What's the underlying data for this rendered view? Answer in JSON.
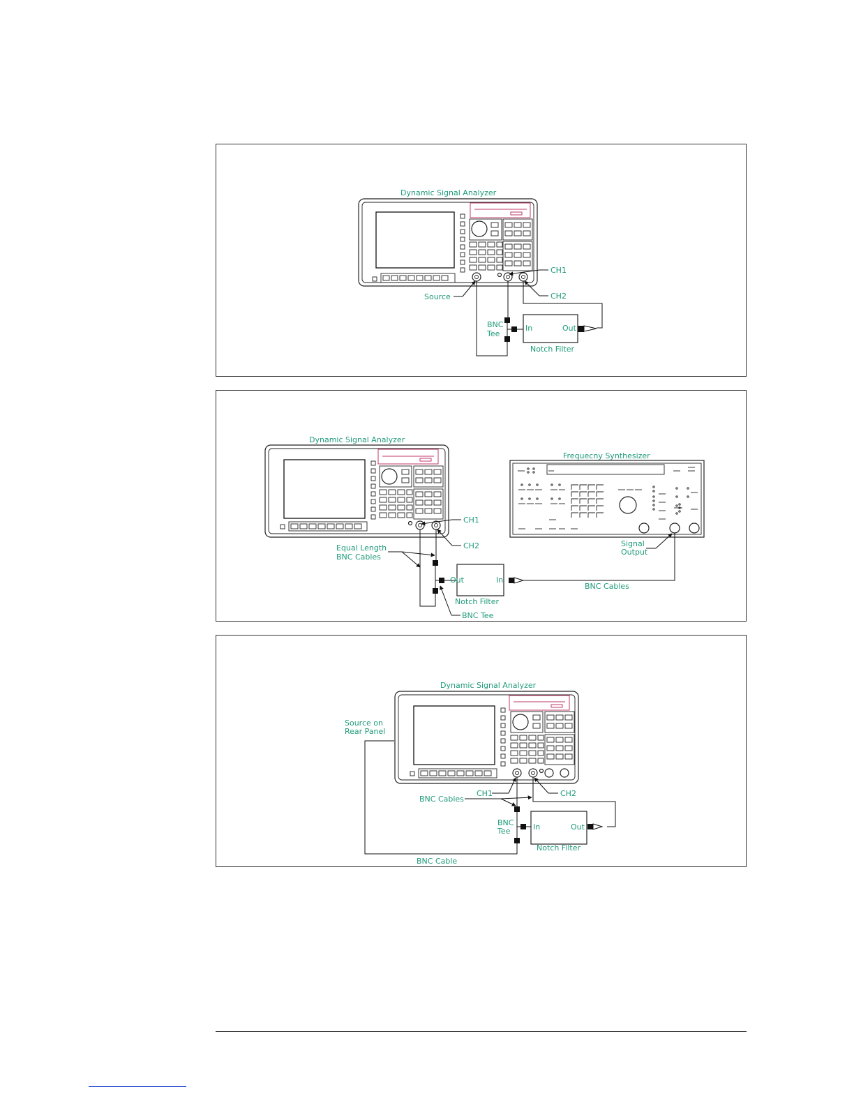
{
  "panels": [
    {
      "analyzer_title": "Dynamic Signal Analyzer",
      "ch1": "CH1",
      "ch2": "CH2",
      "source": "Source",
      "bnc_tee_line1": "BNC",
      "bnc_tee_line2": "Tee",
      "filter_in": "In",
      "filter_out": "Out",
      "notch_filter": "Notch Filter"
    },
    {
      "analyzer_title": "Dynamic Signal Analyzer",
      "synth_title": "Frequecny Synthesizer",
      "ch1": "CH1",
      "ch2": "CH2",
      "equal_length_line1": "Equal Length",
      "equal_length_line2": "BNC Cables",
      "filter_out": "Out",
      "filter_in": "In",
      "notch_filter": "Notch Filter",
      "bnc_tee": "BNC Tee",
      "bnc_cables": "BNC Cables",
      "signal_output_line1": "Signal",
      "signal_output_line2": "Output"
    },
    {
      "analyzer_title": "Dynamic Signal Analyzer",
      "source_rear_line1": "Source on",
      "source_rear_line2": "Rear Panel",
      "ch1": "CH1",
      "ch2": "CH2",
      "bnc_cables": "BNC Cables",
      "bnc_tee_line1": "BNC",
      "bnc_tee_line2": "Tee",
      "filter_in": "In",
      "filter_out": "Out",
      "notch_filter": "Notch Filter",
      "bnc_cable": "BNC Cable"
    }
  ]
}
